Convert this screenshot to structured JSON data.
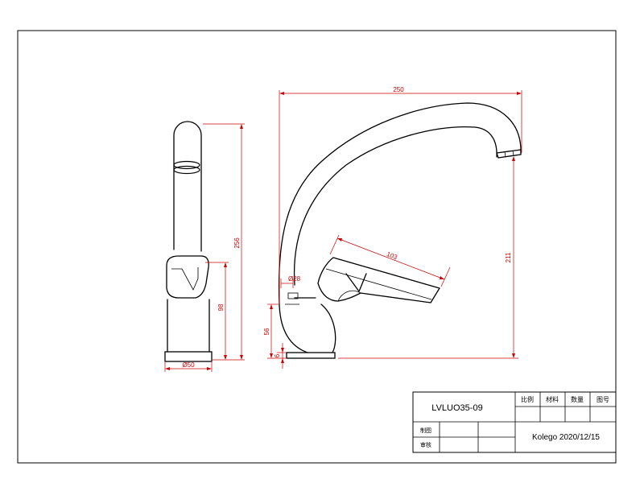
{
  "colors": {
    "outline": "#000000",
    "dimension": "#cc0000",
    "background": "#ffffff"
  },
  "dimensions": {
    "top_width": "250",
    "spout_height": "211",
    "handle_length": "103",
    "spout_diameter": "Ø28",
    "base_offset_height": "56",
    "base_thickness": "6",
    "side_total_height": "256",
    "side_body_height": "98",
    "side_base_diameter": "Ø50"
  },
  "title_block": {
    "model": "LVLUO35-09",
    "headers": [
      "比例",
      "材料",
      "数量",
      "图号"
    ],
    "row_labels": [
      "制图",
      "审核"
    ],
    "company_date": "Kolego 2020/12/15"
  }
}
